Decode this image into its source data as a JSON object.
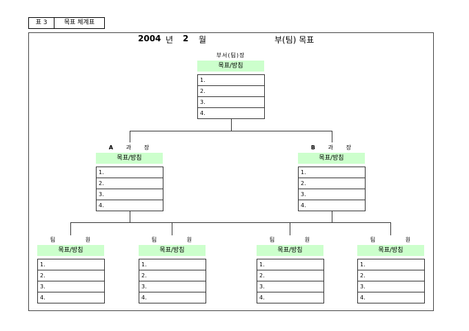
{
  "header": {
    "table_no": "표 3",
    "table_title": "목표 체계표"
  },
  "title": {
    "year": "2004",
    "year_unit": "년",
    "month": "2",
    "month_unit": "월",
    "suffix": "부(팀) 목표"
  },
  "dept_head": {
    "label": "부서(팀)장",
    "goal_header": "목표/방침",
    "items": [
      "1.",
      "2.",
      "3.",
      "4."
    ]
  },
  "managers": [
    {
      "label_a": "A",
      "label_b": "과",
      "label_c": "장",
      "goal_header": "목표/방침",
      "items": [
        "1.",
        "2.",
        "3.",
        "4."
      ]
    },
    {
      "label_a": "B",
      "label_b": "과",
      "label_c": "장",
      "goal_header": "목표/방침",
      "items": [
        "1.",
        "2.",
        "3.",
        "4."
      ]
    }
  ],
  "members": [
    {
      "label_a": "팀",
      "label_b": "원",
      "goal_header": "목표/방침",
      "items": [
        "1.",
        "2.",
        "3.",
        "4."
      ]
    },
    {
      "label_a": "팀",
      "label_b": "원",
      "goal_header": "목표/방침",
      "items": [
        "1.",
        "2.",
        "3.",
        "4."
      ]
    },
    {
      "label_a": "팀",
      "label_b": "원",
      "goal_header": "목표/방침",
      "items": [
        "1.",
        "2.",
        "3.",
        "4."
      ]
    },
    {
      "label_a": "팀",
      "label_b": "원",
      "goal_header": "목표/방침",
      "items": [
        "1.",
        "2.",
        "3.",
        "4."
      ]
    }
  ]
}
